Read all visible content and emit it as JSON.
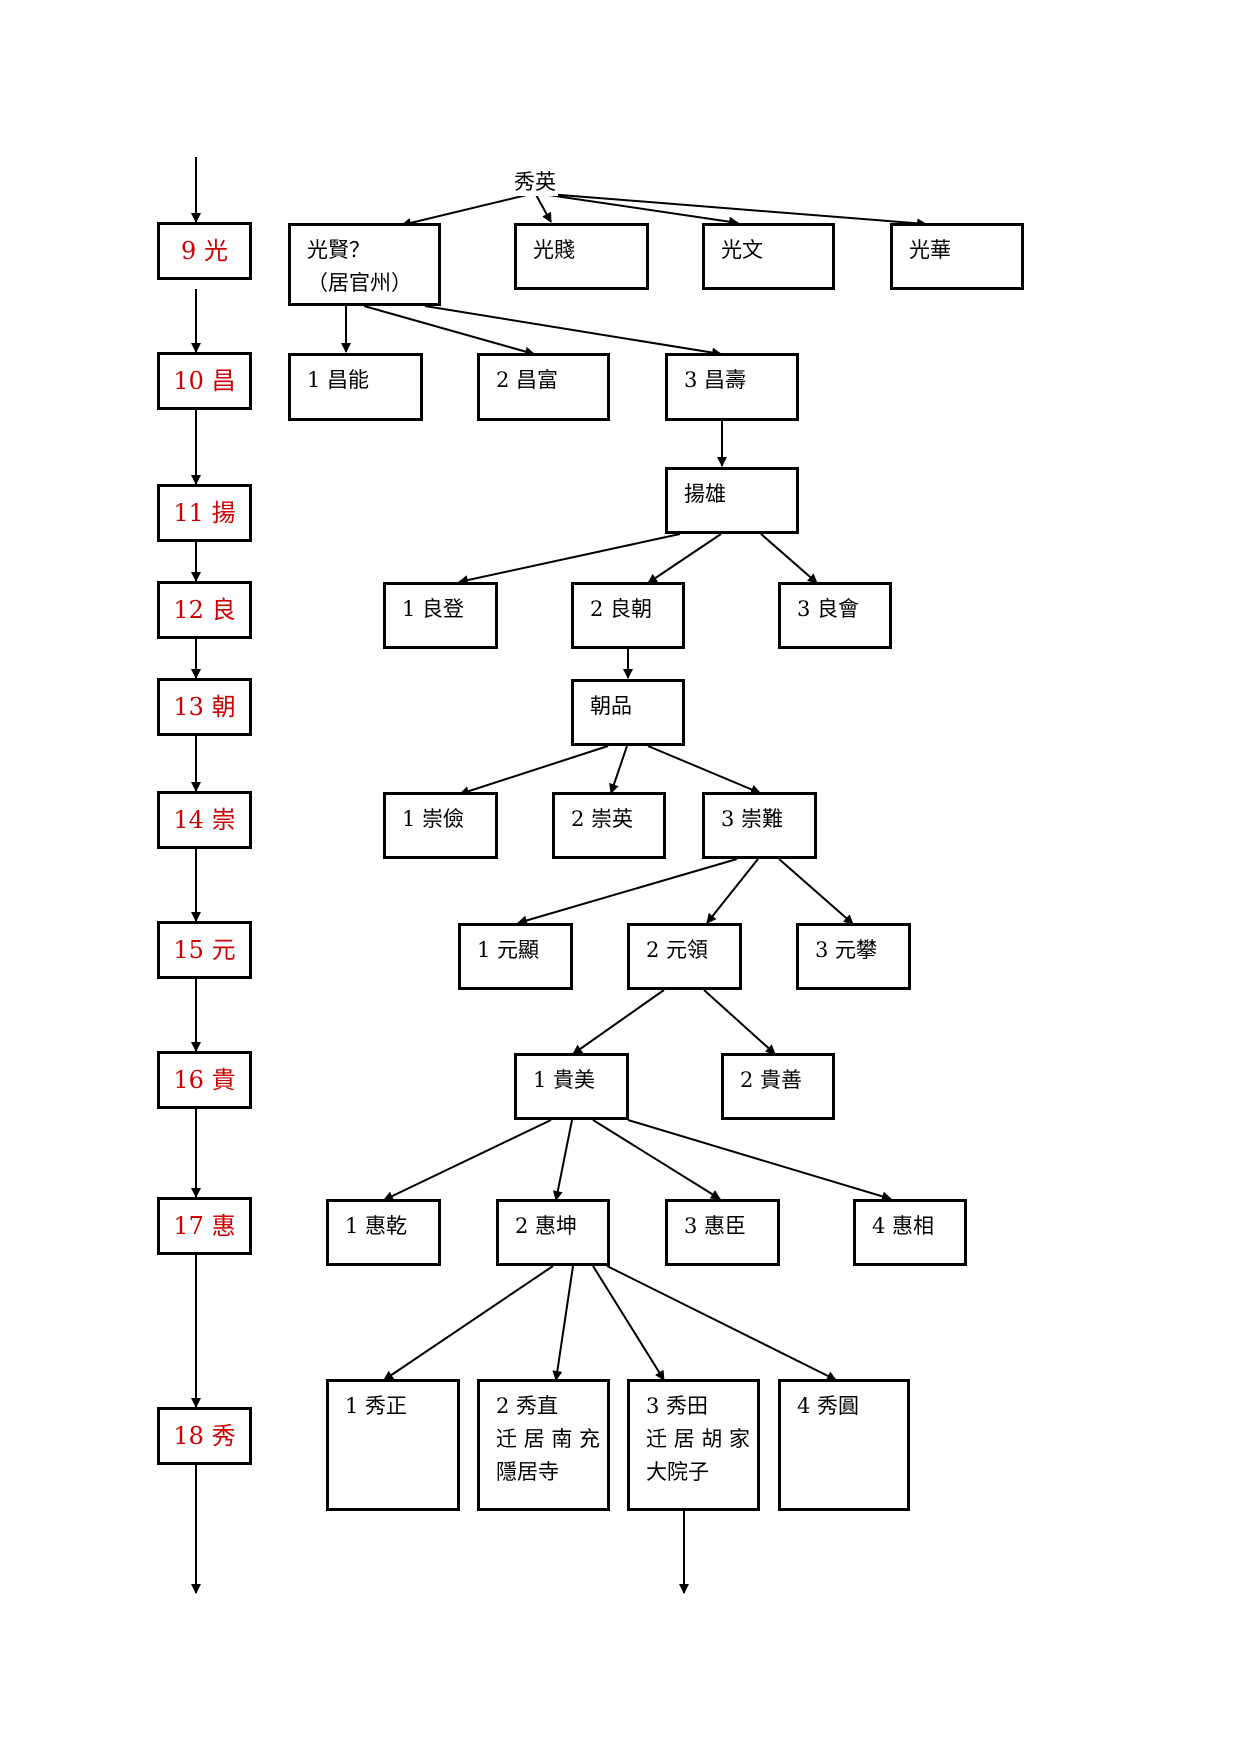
{
  "generations": [
    "9 光",
    "10 昌",
    "11 揚",
    "12 良",
    "13 朝",
    "14 崇",
    "15 元",
    "16 貴",
    "17 惠",
    "18 秀"
  ],
  "root": "秀英",
  "gen9": {
    "guangxian": [
      "光賢？",
      "（居官州）"
    ],
    "guangjian": "光賤",
    "guangwen": "光文",
    "guanghua": "光華"
  },
  "gen10": {
    "changneng": "1 昌能",
    "changfu": "2 昌富",
    "changshou": "3 昌壽"
  },
  "gen11": {
    "yangxiong": "揚雄"
  },
  "gen12": {
    "liangdeng": "1 良登",
    "liangchao": "2 良朝",
    "lianghui": "3 良會"
  },
  "gen13": {
    "chaopin": "朝品"
  },
  "gen14": {
    "chongjian": "1 崇儉",
    "chongying": "2 崇英",
    "chongnan": "3 崇難"
  },
  "gen15": {
    "yuanxian": "1 元顯",
    "yuanling": "2 元領",
    "yuanpan": "3 元攀"
  },
  "gen16": {
    "guimei": "1 貴美",
    "guishan": "2 貴善"
  },
  "gen17": {
    "huiqian": "1 惠乾",
    "huikun": "2 惠坤",
    "huichen": "3 惠臣",
    "huixiang": "4 惠相"
  },
  "gen18": {
    "xiuzheng": [
      "1 秀正"
    ],
    "xiuzhi": [
      "2 秀直",
      "迁 居 南 充",
      "隱居寺"
    ],
    "xiutian": [
      "3 秀田",
      "迁 居 胡 家",
      "大院子"
    ],
    "xiuyuan": [
      "4 秀圓"
    ]
  }
}
